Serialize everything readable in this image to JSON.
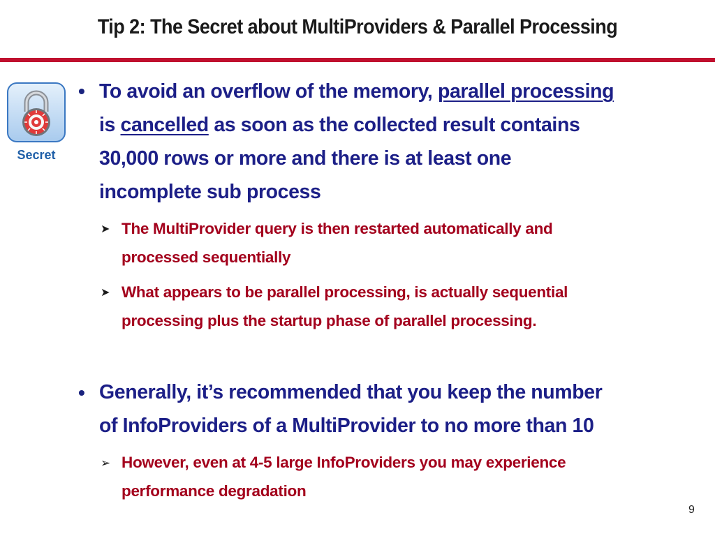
{
  "slide": {
    "title": "Tip 2: The Secret about MultiProviders & Parallel Processing",
    "page_number": "9"
  },
  "badge": {
    "icon": "padlock-icon",
    "label": "Secret"
  },
  "colors": {
    "title_rule": "#c0102e",
    "main_text": "#1c1f87",
    "sub_text": "#a3001c",
    "badge_text": "#1f5fa8"
  },
  "bullets": [
    {
      "marker": "•",
      "text_before_1": "To avoid an overflow of the memory, ",
      "underlined_1": "parallel processing",
      "text_mid": "is ",
      "underlined_2": "cancelled",
      "text_after": " as soon as the collected result contains",
      "line_3": "30,000 rows or more and there is at least one",
      "line_4": "incomplete sub process",
      "sub_items": [
        {
          "marker": "➤",
          "line_1": "The MultiProvider query is then restarted automatically and",
          "line_2": "processed sequentially"
        },
        {
          "marker": "➤",
          "line_1": "What appears to be parallel processing, is actually sequential",
          "line_2": "processing plus the startup phase of parallel processing."
        }
      ]
    },
    {
      "marker": "•",
      "line_1": "Generally, it’s recommended that you keep the number",
      "line_2": "of InfoProviders of a MultiProvider to no more than 10",
      "sub_items": [
        {
          "marker": "➢",
          "line_1": "However, even at 4-5 large InfoProviders you may experience",
          "line_2": "performance degradation"
        }
      ]
    }
  ]
}
